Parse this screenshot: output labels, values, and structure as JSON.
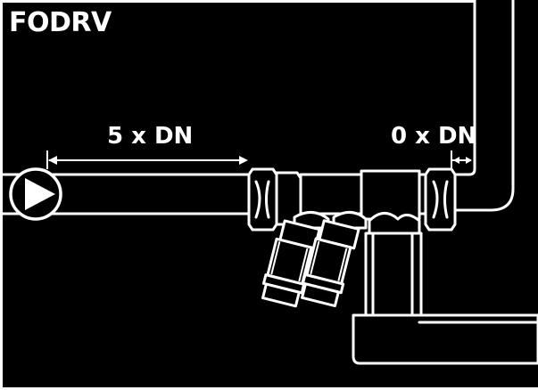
{
  "diagram": {
    "title": "FODRV",
    "upstream_distance_label": "5 x DN",
    "downstream_distance_label": "0 x DN"
  },
  "colors": {
    "background": "#000000",
    "line": "#ffffff"
  },
  "icons": [
    "pump-icon",
    "arrow-icon"
  ]
}
